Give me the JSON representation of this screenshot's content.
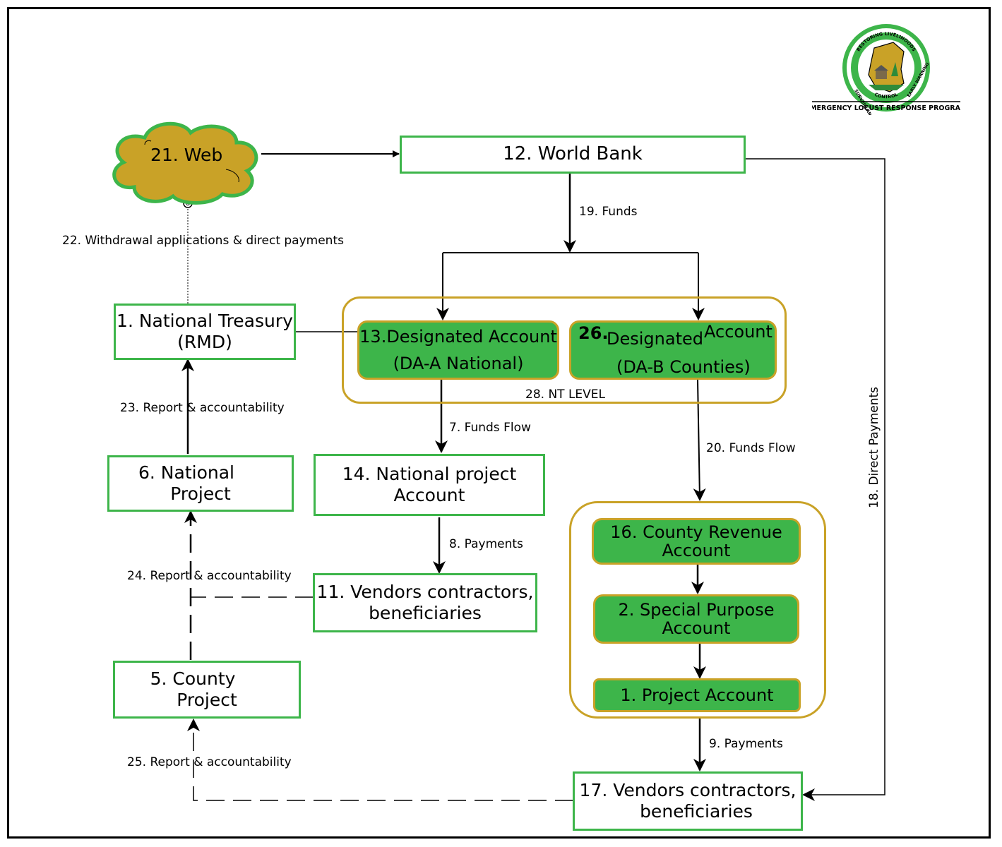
{
  "nodes": {
    "web": "21. Web",
    "world_bank": "12. World Bank",
    "national_treasury_line1": "1. National Treasury",
    "national_treasury_line2": "(RMD)",
    "da_a_line1": "13.Designated Account",
    "da_a_line2": "(DA-A National)",
    "da_b_num": "26.",
    "da_b_word1": "Designated",
    "da_b_word2": "Account",
    "da_b_line2": "(DA-B Counties)",
    "nt_level": "28. NT   LEVEL",
    "national_project_line1": "6.   National",
    "national_project_line2": "Project",
    "national_project_account_line1": "14.  National project",
    "national_project_account_line2": "Account",
    "vendors_national_line1": "11. Vendors contractors,",
    "vendors_national_line2": "beneficiaries",
    "county_project_line1": "5.   County",
    "county_project_line2": "Project",
    "county_revenue_line1": "16. County  Revenue",
    "county_revenue_line2": "Account",
    "special_purpose_line1": "2.  Special  Purpose",
    "special_purpose_line2": "Account",
    "project_account": "1.   Project Account",
    "vendors_county_line1": "17. Vendors  contractors,",
    "vendors_county_line2": "beneficiaries"
  },
  "edges": {
    "funds_19": "19. Funds",
    "withdrawal_22": "22. Withdrawal applications & direct payments",
    "report_23": "23.  Report & accountability",
    "funds_flow_7": "7.  Funds Flow",
    "funds_flow_20": "20. Funds Flow",
    "payments_8": "8.  Payments",
    "report_24": "24. Report & accountability",
    "payments_9": "9.  Payments",
    "report_25": "25.  Report & accountability",
    "direct_payments_18": "18.  Direct Payments"
  },
  "logo": {
    "top_text": "RESTORING LIVELIHOODS",
    "left_text": "SURVEILLANCE",
    "right_text": "EARLY WARNING",
    "bottom_text": "CONTROL",
    "caption": "EMERGENCY LOCUST RESPONSE PROGRAM"
  },
  "colors": {
    "green": "#3db54a",
    "gold": "#c9a227",
    "cloud": "#c9a227"
  }
}
